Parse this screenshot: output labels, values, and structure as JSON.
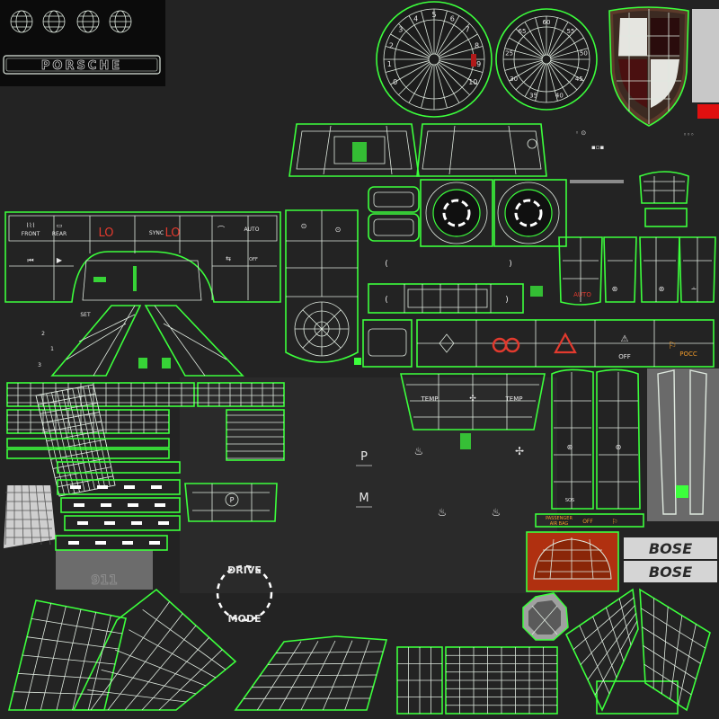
{
  "logo": {
    "wordmark": "PORSCHE"
  },
  "gauges": {
    "left_ticks": [
      "0",
      "1",
      "2",
      "3",
      "4",
      "5",
      "6",
      "7",
      "8",
      "9",
      "10"
    ],
    "right_ticks": [
      "60",
      "55",
      "50",
      "45",
      "40",
      "35",
      "30",
      "25",
      "65"
    ]
  },
  "climate_panel": {
    "front_label": "FRONT",
    "rear_label": "REAR",
    "left_temp": "LO",
    "sync_label": "SYNC",
    "right_temp": "LO",
    "auto_label": "AUTO",
    "off_label": "OFF"
  },
  "seat_panel": {
    "set_label": "SET",
    "pos_1": "1",
    "pos_2": "2",
    "pos_3": "3"
  },
  "auto_button": {
    "label": "AUTO"
  },
  "hazard_row": {
    "off_label": "OFF",
    "pocc_label": "POCC"
  },
  "temp_panel": {
    "left": "TEMP",
    "right": "TEMP"
  },
  "gear_selector": {
    "p": "P",
    "m": "M"
  },
  "drive_mode": {
    "top": "DRIVE",
    "bottom": "MODE"
  },
  "sos": {
    "label": "SOS"
  },
  "airbag": {
    "line1": "PASSENGER",
    "line2": "AIR BAG",
    "state": "OFF"
  },
  "bose": {
    "top": "BOSE",
    "bottom": "BOSE"
  },
  "model_badge": {
    "label": "911"
  },
  "colors": {
    "background": "#232323",
    "wireframe": "#dfe9df",
    "uv_border": "#3cff3c",
    "warning_red": "#e23a2e",
    "amber": "#f09a2a"
  }
}
